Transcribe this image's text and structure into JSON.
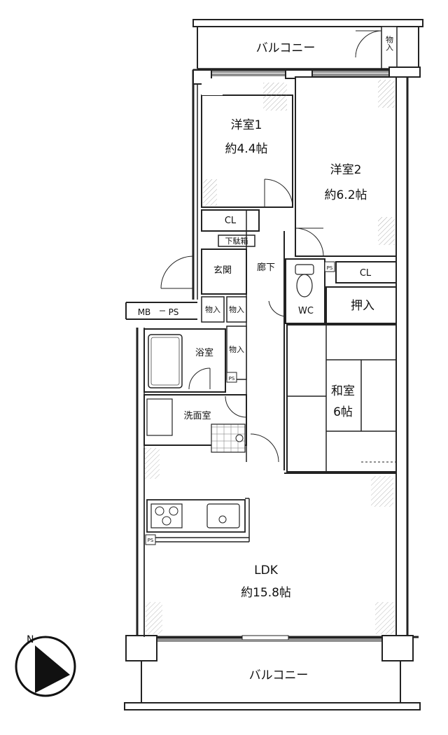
{
  "rooms": {
    "balcony_top": "バルコニー",
    "storage_top": "物入",
    "western1_name": "洋室1",
    "western1_size": "約4.4帖",
    "western2_name": "洋室2",
    "western2_size": "約6.2帖",
    "closet1": "CL",
    "closet2": "CL",
    "shoe_cabinet": "下駄箱",
    "entrance": "玄関",
    "hallway": "廊下",
    "wc": "WC",
    "ps_small1": "PS",
    "ps_small2": "PS",
    "ps_small3": "PS",
    "oshiire": "押入",
    "mb": "MB",
    "ps": "PS",
    "storage_a": "物入",
    "storage_b": "物入",
    "storage_c": "物入",
    "bathroom": "浴室",
    "washroom": "洗面室",
    "japanese_name": "和室",
    "japanese_size": "6帖",
    "ldk_name": "LDK",
    "ldk_size": "約15.8帖",
    "balcony_bottom": "バルコニー"
  },
  "compass": {
    "north": "N"
  }
}
